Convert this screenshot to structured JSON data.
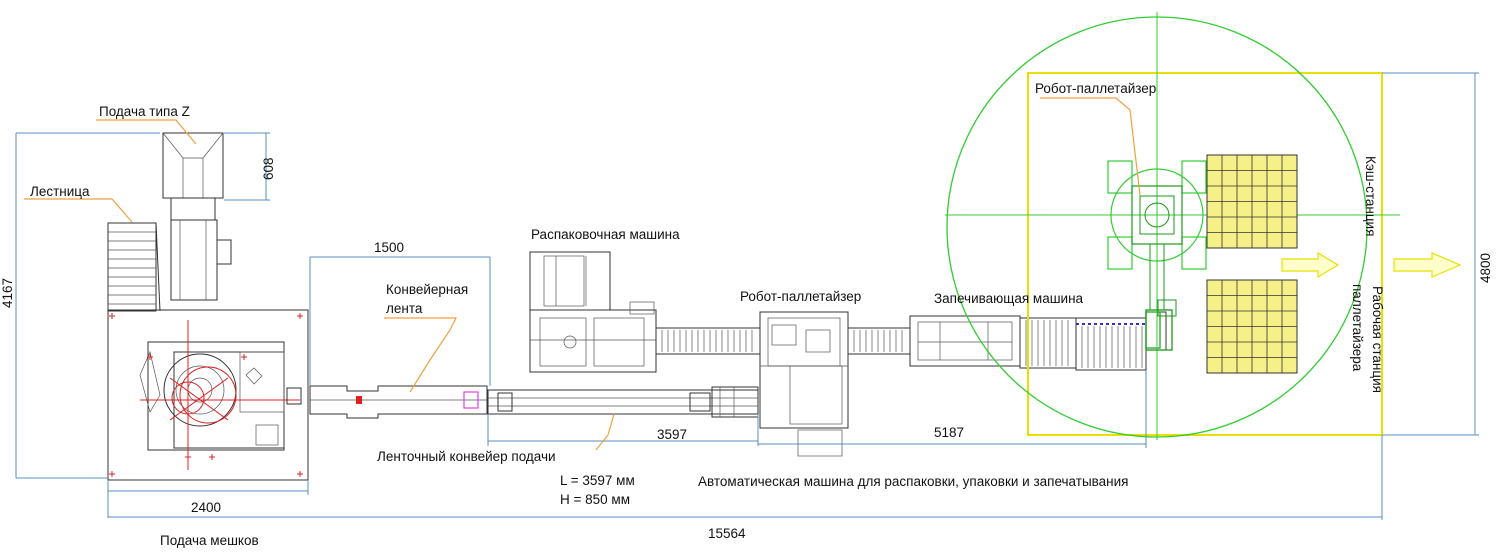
{
  "labels": {
    "z_feeder": "Подача типа Z",
    "ladder": "Лестница",
    "conveyor_belt": "Конвейерная лента",
    "conveyor_belt_line1": "Конвейерная",
    "conveyor_belt_line2": "лента",
    "unpacking_machine": "Распаковочная машина",
    "robot_palletizer_mid": "Робот-паллетайзер",
    "sealing_machine": "Запечивающая машина",
    "robot_palletizer_top": "Робот-паллетайзер",
    "cache_station": "Кэш-станция",
    "working_station_line1": "Рабочая станция",
    "working_station_line2": "паллетайзера",
    "feed_belt_conveyor": "Ленточный конвейер подачи",
    "spec_l": "L = 3597 мм",
    "spec_h": "H = 850 мм",
    "auto_machine": "Автоматическая машина для распаковки, упаковки и запечатывания",
    "bag_feeding": "Подача мешков"
  },
  "dimensions": {
    "d1500": "1500",
    "d608": "608",
    "d4167": "4167",
    "d2400": "2400",
    "d3597": "3597",
    "d5187": "5187",
    "d4800": "4800",
    "d15564": "15564"
  },
  "colors": {
    "reach_circle": "#33cc33",
    "boundary": "#e8e000",
    "pallet": "#f6f088",
    "leader": "#f0a040",
    "dimension": "#5a8fc0",
    "marker": "#e02020",
    "magenta": "#e040e0"
  }
}
